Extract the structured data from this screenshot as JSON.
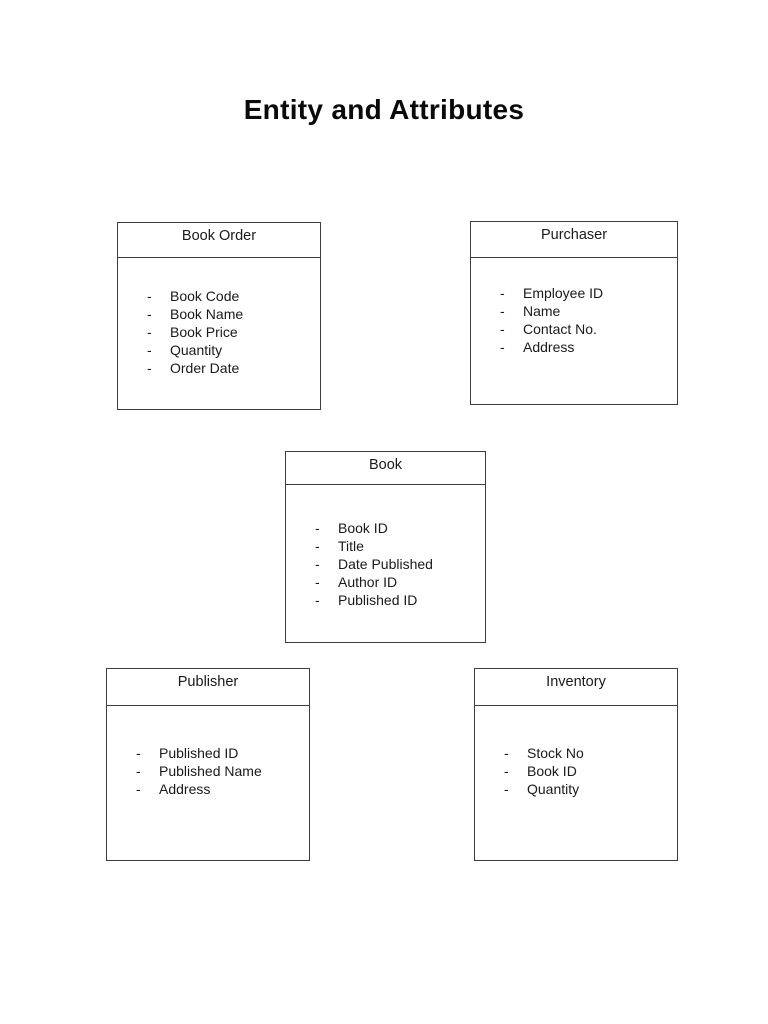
{
  "title": "Entity and Attributes",
  "bullet": "-",
  "colors": {
    "background": "#ffffff",
    "border": "#3d3d3d",
    "text": "#1a1a1a",
    "title_text": "#0a0a0a"
  },
  "entities": [
    {
      "name": "Book Order",
      "attributes": [
        "Book Code",
        "Book Name",
        "Book Price",
        "Quantity",
        "Order Date"
      ]
    },
    {
      "name": "Purchaser",
      "attributes": [
        "Employee ID",
        "Name",
        "Contact No.",
        "Address"
      ]
    },
    {
      "name": "Book",
      "attributes": [
        "Book ID",
        "Title",
        "Date Published",
        "Author ID",
        "Published ID"
      ]
    },
    {
      "name": "Publisher",
      "attributes": [
        "Published ID",
        "Published Name",
        "Address"
      ]
    },
    {
      "name": "Inventory",
      "attributes": [
        "Stock No",
        "Book ID",
        "Quantity"
      ]
    }
  ]
}
